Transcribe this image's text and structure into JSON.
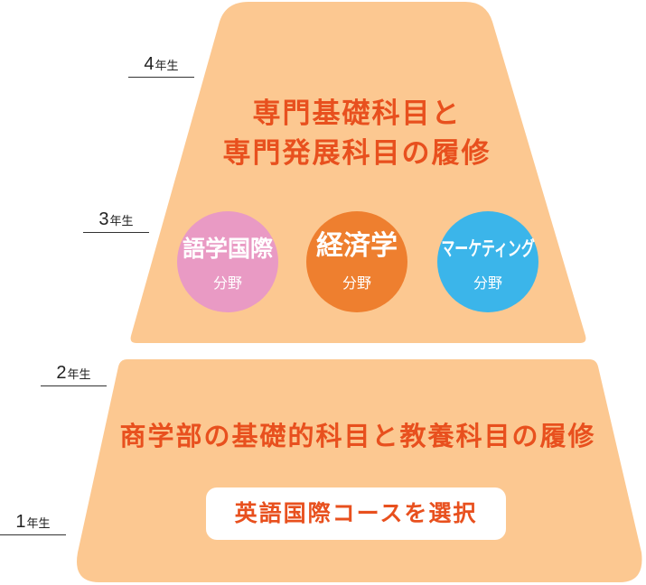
{
  "colors": {
    "tier_fill": "#FCC891",
    "accent_text": "#E8501E",
    "field_text": "#FFFFFF"
  },
  "years": [
    {
      "number": "4",
      "suffix": "年生"
    },
    {
      "number": "3",
      "suffix": "年生"
    },
    {
      "number": "2",
      "suffix": "年生"
    },
    {
      "number": "1",
      "suffix": "年生"
    }
  ],
  "upper_tier": {
    "title_lines": [
      "専門基礎科目と",
      "専門発展科目の履修"
    ],
    "fields": [
      {
        "name": "語学国際",
        "sub": "分野",
        "color": "#E99AC4"
      },
      {
        "name": "経済学",
        "sub": "分野",
        "color": "#EE7F2F"
      },
      {
        "name": "マーケティング",
        "sub": "分野",
        "color": "#3BB5EA"
      }
    ]
  },
  "lower_tier": {
    "title": "商学部の基礎的科目と教養科目の履修",
    "course_box": "英語国際コースを選択"
  }
}
